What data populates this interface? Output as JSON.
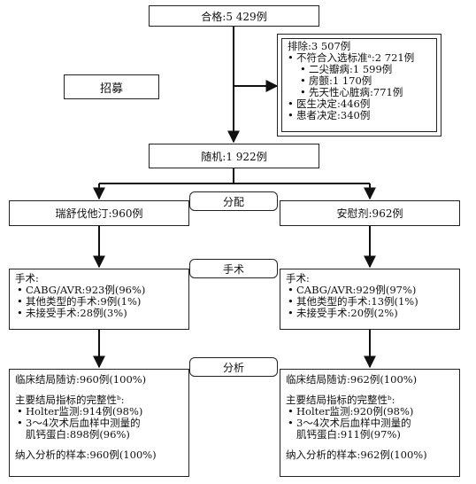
{
  "eligible": "合格:5 429例",
  "recruit": "招募",
  "excluded": {
    "title": "排除:3 507例",
    "items": [
      {
        "text": "不符合入选标准ᵃ:2 721例",
        "sub": false
      },
      {
        "text": "二尖瓣病:1 599例",
        "sub": true
      },
      {
        "text": "房颤:1 170例",
        "sub": true
      },
      {
        "text": "先天性心脏病:771例",
        "sub": true
      },
      {
        "text": "医生决定:446例",
        "sub": false
      },
      {
        "text": "患者决定:340例",
        "sub": false
      }
    ]
  },
  "randomized": "随机:1 922例",
  "labels": {
    "allocation": "分配",
    "surgery": "手术",
    "analysis": "分析"
  },
  "left": {
    "arm": "瑞舒伐他汀:960例",
    "surgery_title": "手术:",
    "surgery_items": [
      "CABG/AVR:923例(96%)",
      "其他类型的手术:9例(1%)",
      "未接受手术:28例(3%)"
    ],
    "followup": "临床结局随访:960例(100%)",
    "completeness_title": "主要结局指标的完整性ᵇ:",
    "completeness_items": [
      "Holter监测:914例(98%)",
      "3～4次术后血样中测量的",
      "肌钙蛋白:898例(96%)"
    ],
    "analyzed": "纳入分析的样本:960例(100%)"
  },
  "right": {
    "arm": "安慰剂:962例",
    "surgery_title": "手术:",
    "surgery_items": [
      "CABG/AVR:929例(97%)",
      "其他类型的手术:13例(1%)",
      "未接受手术:20例(2%)"
    ],
    "followup": "临床结局随访:962例(100%)",
    "completeness_title": "主要结局指标的完整性ᵇ:",
    "completeness_items": [
      "Holter监测:920例(98%)",
      "3～4次术后血样中测量的",
      "肌钙蛋白:911例(97%)"
    ],
    "analyzed": "纳入分析的样本:962例(100%)"
  }
}
